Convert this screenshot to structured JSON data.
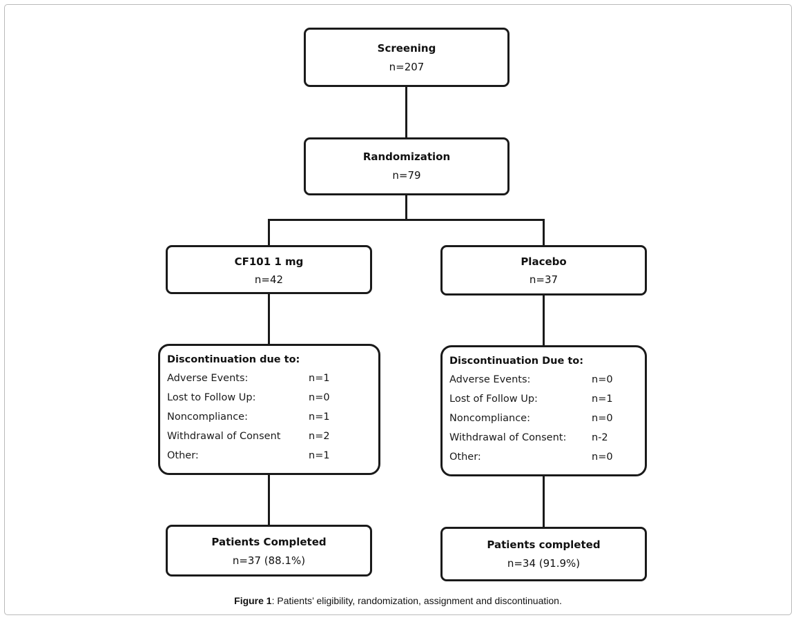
{
  "screening": {
    "title": "Screening",
    "n": "n=207"
  },
  "randomization": {
    "title": "Randomization",
    "n": "n=79"
  },
  "arm_left": {
    "title": "CF101 1 mg",
    "n": "n=42"
  },
  "arm_right": {
    "title": "Placebo",
    "n": "n=37"
  },
  "disc_left": {
    "title": "Discontinuation due to:",
    "rows": [
      {
        "label": "Adverse Events:",
        "value": "n=1"
      },
      {
        "label": "Lost to Follow Up:",
        "value": "n=0"
      },
      {
        "label": "Noncompliance:",
        "value": "n=1"
      },
      {
        "label": "Withdrawal of Consent",
        "value": "n=2"
      },
      {
        "label": "Other:",
        "value": "n=1"
      }
    ]
  },
  "disc_right": {
    "title": "Discontinuation Due to:",
    "rows": [
      {
        "label": "Adverse Events:",
        "value": "n=0"
      },
      {
        "label": "Lost of Follow Up:",
        "value": "n=1"
      },
      {
        "label": "Noncompliance:",
        "value": "n=0"
      },
      {
        "label": "Withdrawal of Consent:",
        "value": "n-2"
      },
      {
        "label": "Other:",
        "value": "n=0"
      }
    ]
  },
  "completed_left": {
    "title": "Patients Completed",
    "n": "n=37 (88.1%)"
  },
  "completed_right": {
    "title": "Patients completed",
    "n": "n=34 (91.9%)"
  },
  "caption": {
    "label": "Figure 1",
    "text": ": Patients’ eligibility, randomization, assignment and discontinuation."
  }
}
